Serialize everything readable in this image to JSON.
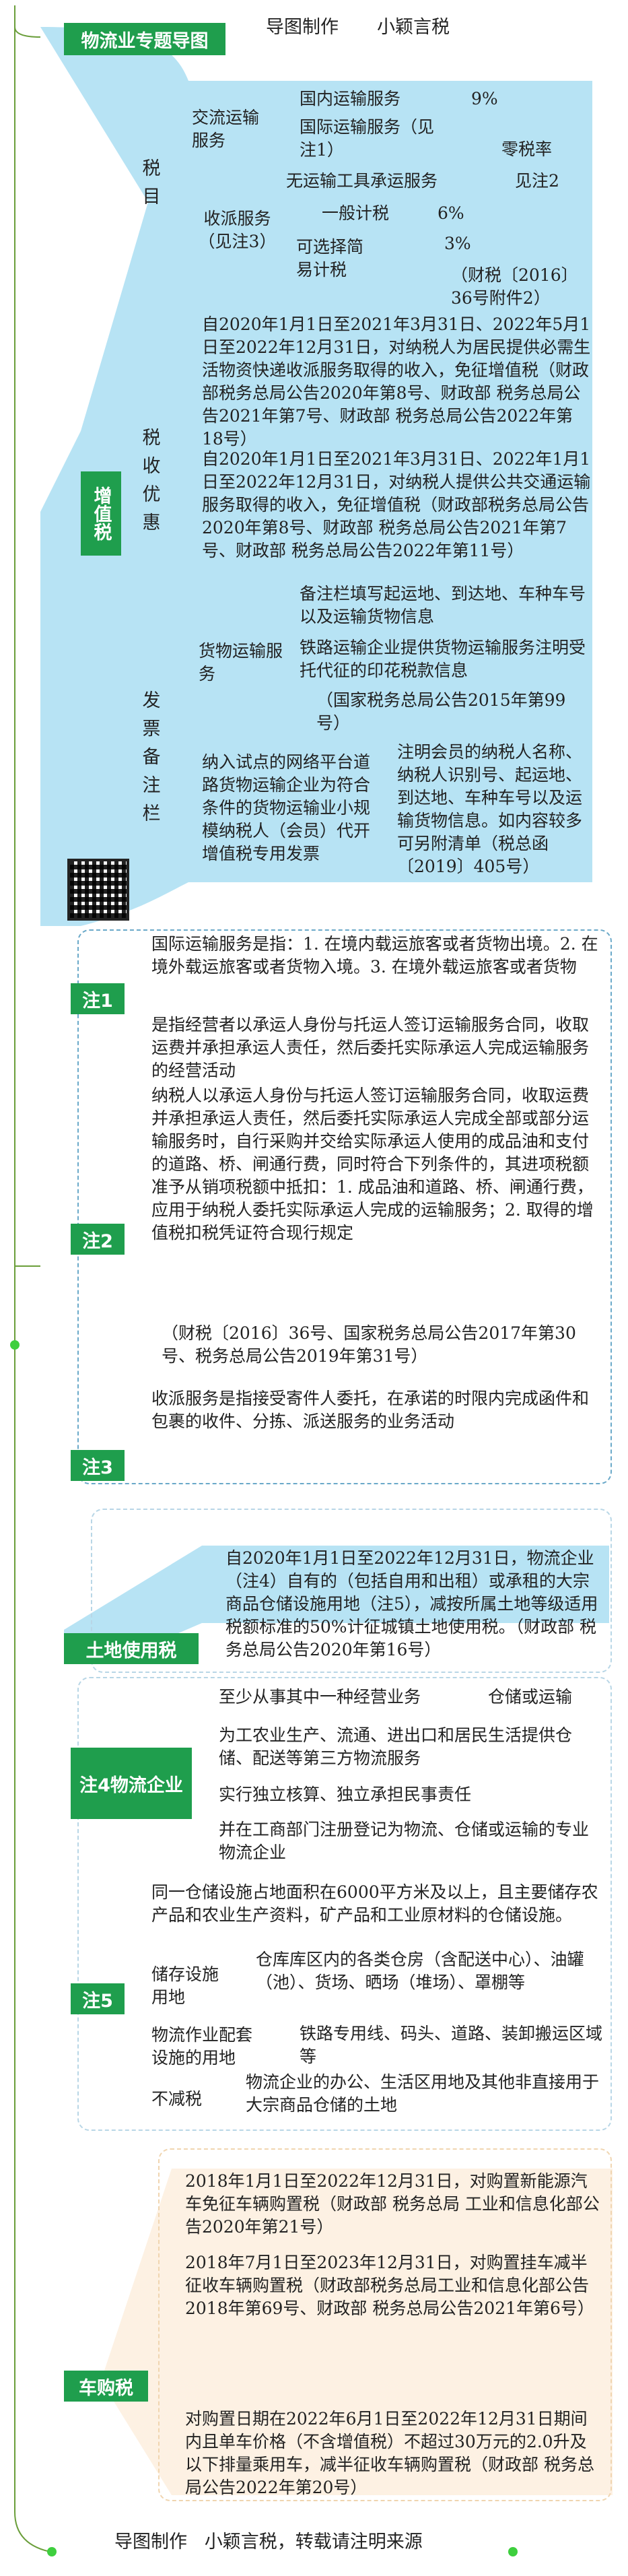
{
  "header": {
    "title": "物流业专题导图",
    "maker_label": "导图制作",
    "author": "小颖言税"
  },
  "vat": {
    "tag": "增值税",
    "tax_items": {
      "label": "税目",
      "transport": {
        "label": "交流运输服务",
        "domestic": "国内运输服务",
        "rate_9": "9%",
        "intl": "国际运输服务（见注1）",
        "zero_rate": "零税率",
        "no_vehicle": "无运输工具承运服务",
        "see_note2": "见注2"
      },
      "pickup": {
        "label": "收派服务（见注3）",
        "general": "一般计税",
        "rate_6": "6%",
        "simple": "可选择简易计税",
        "rate_3": "3%",
        "doc": "（财税〔2016〕36号附件2）"
      }
    },
    "preferential": {
      "label": "税收优惠",
      "p1": "自2020年1月1日至2021年3月31日、2022年5月1日至2022年12月31日，对纳税人为居民提供必需生活物资快递收派服务取得的收入，免征增值税（财政部税务总局公告2020年第8号、财政部 税务总局公告2021年第7号、财政部 税务总局公告2022年第18号）",
      "p2": "自2020年1月1日至2021年3月31日、2022年1月1日至2022年12月31日，对纳税人提供公共交通运输服务取得的收入，免征增值税（财政部税务总局公告2020年第8号、财政部 税务总局公告2021年第7号、财政部 税务总局公告2022年第11号）"
    },
    "invoice": {
      "label": "发票备注栏",
      "goods": "货物运输服务",
      "g1": "备注栏填写起运地、到达地、车种车号以及运输货物信息",
      "g2": "铁路运输企业提供货物运输服务注明受托代征的印花税款信息",
      "g3": "（国家税务总局公告2015年第99号）",
      "platform": "纳入试点的网络平台道路货物运输企业为符合条件的货物运输业小规模纳税人（会员）代开增值税专用发票",
      "platform_note": "注明会员的纳税人名称、纳税人识别号、起运地、到达地、车种车号以及运输货物信息。如内容较多可另附清单（税总函〔2019〕405号）"
    }
  },
  "note1": {
    "tag": "注1",
    "text": "国际运输服务是指：1. 在境内载运旅客或者货物出境。2. 在境外载运旅客或者货物入境。3. 在境外载运旅客或者货物"
  },
  "note2": {
    "tag": "注2",
    "t1": "是指经营者以承运人身份与托运人签订运输服务合同，收取运费并承担承运人责任，然后委托实际承运人完成运输服务的经营活动",
    "t2": "纳税人以承运人身份与托运人签订运输服务合同，收取运费并承担承运人责任，然后委托实际承运人完成全部或部分运输服务时，自行采购并交给实际承运人使用的成品油和支付的道路、桥、闸通行费，同时符合下列条件的，其进项税额准予从销项税额中抵扣：1. 成品油和道路、桥、闸通行费，应用于纳税人委托实际承运人完成的运输服务；2. 取得的增值税扣税凭证符合现行规定",
    "t3": "（财税〔2016〕36号、国家税务总局公告2017年第30号、税务总局公告2019年第31号）"
  },
  "note3": {
    "tag": "注3",
    "text": "收派服务是指接受寄件人委托，在承诺的时限内完成函件和包裹的收件、分拣、派送服务的业务活动"
  },
  "land": {
    "tag": "土地使用税",
    "text": "自2020年1月1日至2022年12月31日，物流企业（注4）自有的（包括自用和出租）或承租的大宗商品仓储设施用地（注5），减按所属土地等级适用税额标准的50%计征城镇土地使用税。（财政部 税务总局公告2020年第16号）"
  },
  "note4": {
    "tag": "注4物流企业",
    "a": "至少从事其中一种经营业务",
    "a_right": "仓储或运输",
    "b": "为工农业生产、流通、进出口和居民生活提供仓储、配送等第三方物流服务",
    "c": "实行独立核算、独立承担民事责任",
    "d": "并在工商部门注册登记为物流、仓储或运输的专业物流企业"
  },
  "note5": {
    "tag": "注5",
    "top": "同一仓储设施占地面积在6000平方米及以上，且主要储存农产品和农业生产资料，矿产品和工业原材料的仓储设施。",
    "storage_label": "储存设施用地",
    "storage_text": "仓库库区内的各类仓房（含配送中心）、油罐（池）、货场、晒场（堆场）、罩棚等",
    "support_label": "物流作业配套设施的用地",
    "support_text": "铁路专用线、码头、道路、装卸搬运区域等",
    "excluded_label": "不减税",
    "excluded_text": "物流企业的办公、生活区用地及其他非直接用于大宗商品仓储的土地"
  },
  "vehicle": {
    "tag": "车购税",
    "v1": "2018年1月1日至2022年12月31日，对购置新能源汽车免征车辆购置税（财政部 税务总局 工业和信息化部公告2020年第21号）",
    "v2": "2018年7月1日至2023年12月31日，对购置挂车减半征收车辆购置税（财政部税务总局工业和信息化部公告2018年第69号、财政部 税务总局公告2021年第6号）",
    "v3": "对购置日期在2022年6月1日至2022年12月31日期间内且单车价格（不含增值税）不超过30万元的2.0升及以下排量乘用车，减半征收车辆购置税（财政部 税务总局公告2022年第20号）"
  },
  "footer": {
    "text": "导图制作   小颖言税，转载请注明来源"
  },
  "colors": {
    "tag_green": "#1f9e4d",
    "vat_fill": "#b7e3f4",
    "land_fill": "#b7e3f4",
    "vehicle_fill": "#fdf1e3"
  }
}
